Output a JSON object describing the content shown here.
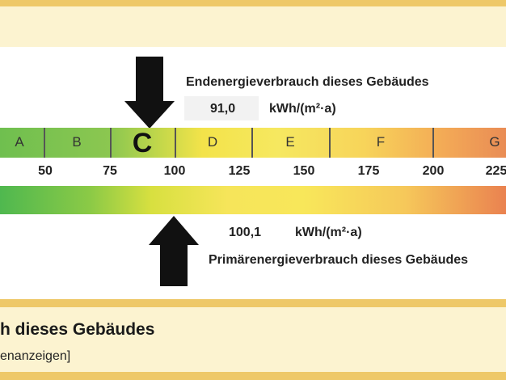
{
  "scale": {
    "classes": [
      "A",
      "B",
      "C",
      "D",
      "E",
      "F",
      "G"
    ],
    "ticks": [
      "50",
      "75",
      "100",
      "125",
      "150",
      "175",
      "200",
      "225"
    ],
    "current_class": "C"
  },
  "end_energy": {
    "label": "Endenergieverbrauch dieses Gebäudes",
    "value": "91,0",
    "unit": "kWh/(m²·a)"
  },
  "primary_energy": {
    "label": "Primärenergieverbrauch dieses Gebäudes",
    "value": "100,1",
    "unit": "kWh/(m²·a)"
  },
  "section": {
    "heading": "h dieses Gebäudes",
    "note": "enanzeigen]"
  }
}
